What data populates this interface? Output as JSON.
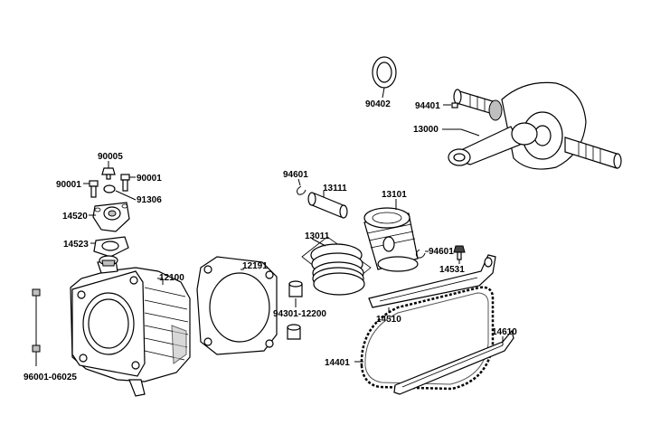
{
  "labels": {
    "p90402": "90402",
    "p94401": "94401",
    "p13000": "13000",
    "p90005": "90005",
    "p90001a": "90001",
    "p90001b": "90001",
    "p91306": "91306",
    "p14520": "14520",
    "p14523": "14523",
    "p12100": "12100",
    "p12191": "12191",
    "p96001": "96001-06025",
    "p94601a": "94601",
    "p13111": "13111",
    "p13101": "13101",
    "p13011": "13011",
    "p94601b": "94601",
    "p14531": "14531",
    "p94301": "94301-12200",
    "p14510": "14510",
    "p14401": "14401",
    "p14610": "14610"
  }
}
